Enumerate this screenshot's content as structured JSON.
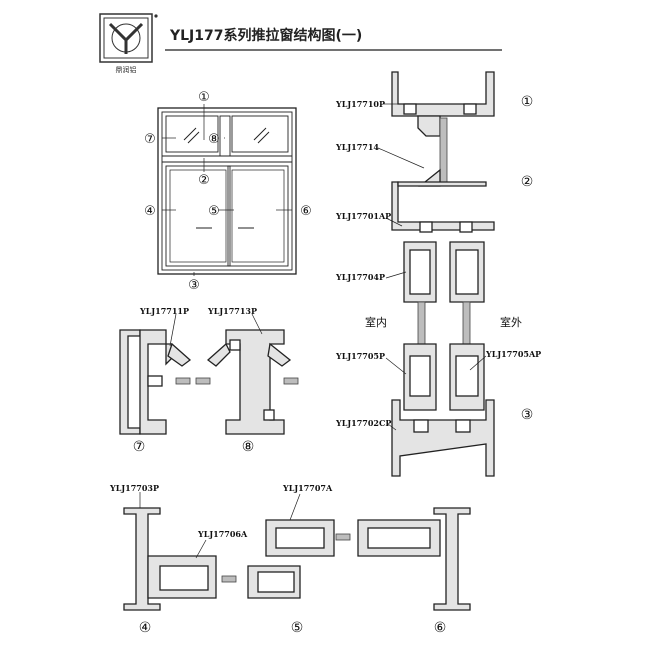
{
  "logo": {
    "caption": "鼎润铝"
  },
  "title": "YLJ177系列推拉窗结构图(一)",
  "elevation": {
    "callouts": [
      "①",
      "②",
      "③",
      "④",
      "⑤",
      "⑥",
      "⑦",
      "⑧"
    ]
  },
  "right_section": {
    "parts": [
      "YLJ17710P",
      "YLJ17714",
      "YLJ17701AP",
      "YLJ17704P",
      "YLJ17705P",
      "YLJ17705AP",
      "YLJ17702CP"
    ],
    "indoor": "室内",
    "outdoor": "室外",
    "markers": [
      "①",
      "②",
      "③"
    ]
  },
  "detail7": {
    "part": "YLJ17711P",
    "marker": "⑦"
  },
  "detail8": {
    "part": "YLJ17713P",
    "marker": "⑧"
  },
  "bottom_section": {
    "parts": [
      "YLJ17703P",
      "YLJ17706A",
      "YLJ17707A"
    ],
    "markers": [
      "④",
      "⑤",
      "⑥"
    ]
  },
  "colors": {
    "line": "#222222",
    "fill": "#e4e4e4",
    "glass_bar": "#bdbdbd"
  }
}
